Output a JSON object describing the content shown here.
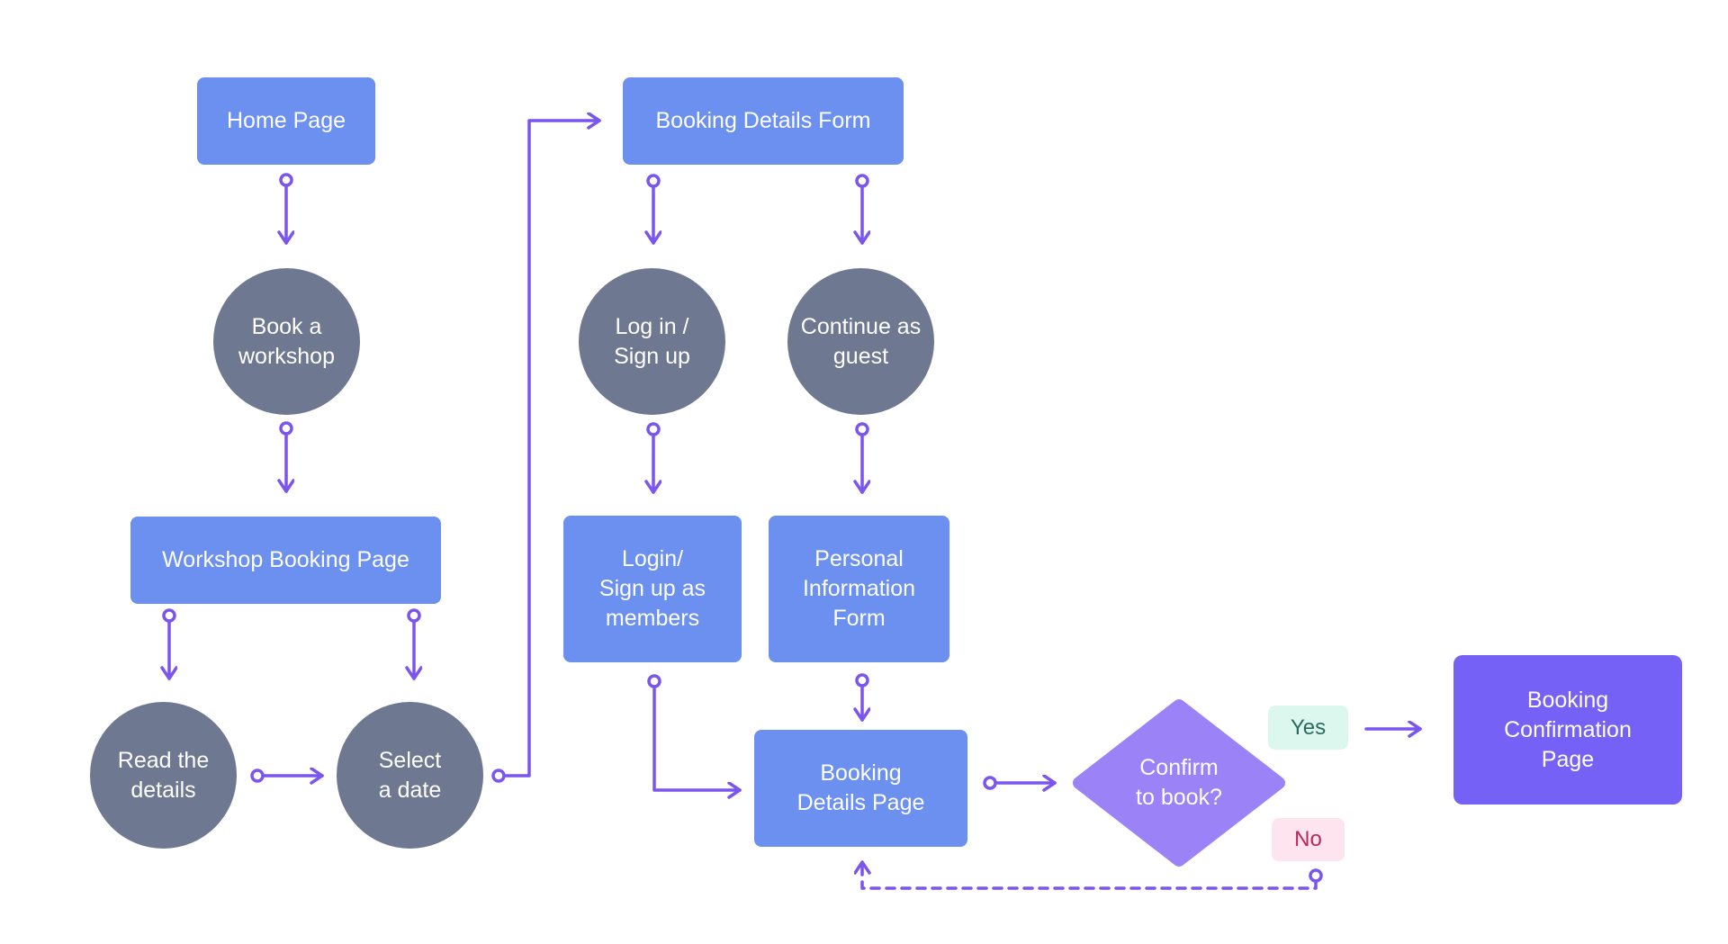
{
  "nodes": {
    "home_page": "Home Page",
    "book_workshop": "Book a\nworkshop",
    "workshop_booking_page": "Workshop Booking Page",
    "read_details": "Read the\ndetails",
    "select_date": "Select\na date",
    "booking_details_form": "Booking Details Form",
    "login_signup": "Log in /\nSign up",
    "continue_guest": "Continue as\nguest",
    "login_members": "Login/\nSign up as\nmembers",
    "personal_info_form": "Personal\nInformation\nForm",
    "booking_details_page": "Booking\nDetails Page",
    "confirm_to_book": "Confirm\nto book?",
    "booking_confirmation_page": "Booking\nConfirmation\nPage"
  },
  "branches": {
    "yes": "Yes",
    "no": "No"
  },
  "colors": {
    "page_box": "#6b90f0",
    "action_circle": "#6e7890",
    "decision": "#9b82f7",
    "final_page": "#7561f5",
    "connector": "#7a55ee",
    "yes_badge_bg": "#dcf7ee",
    "yes_badge_text": "#2a6c5a",
    "no_badge_bg": "#fde4ee",
    "no_badge_text": "#c0265a"
  }
}
